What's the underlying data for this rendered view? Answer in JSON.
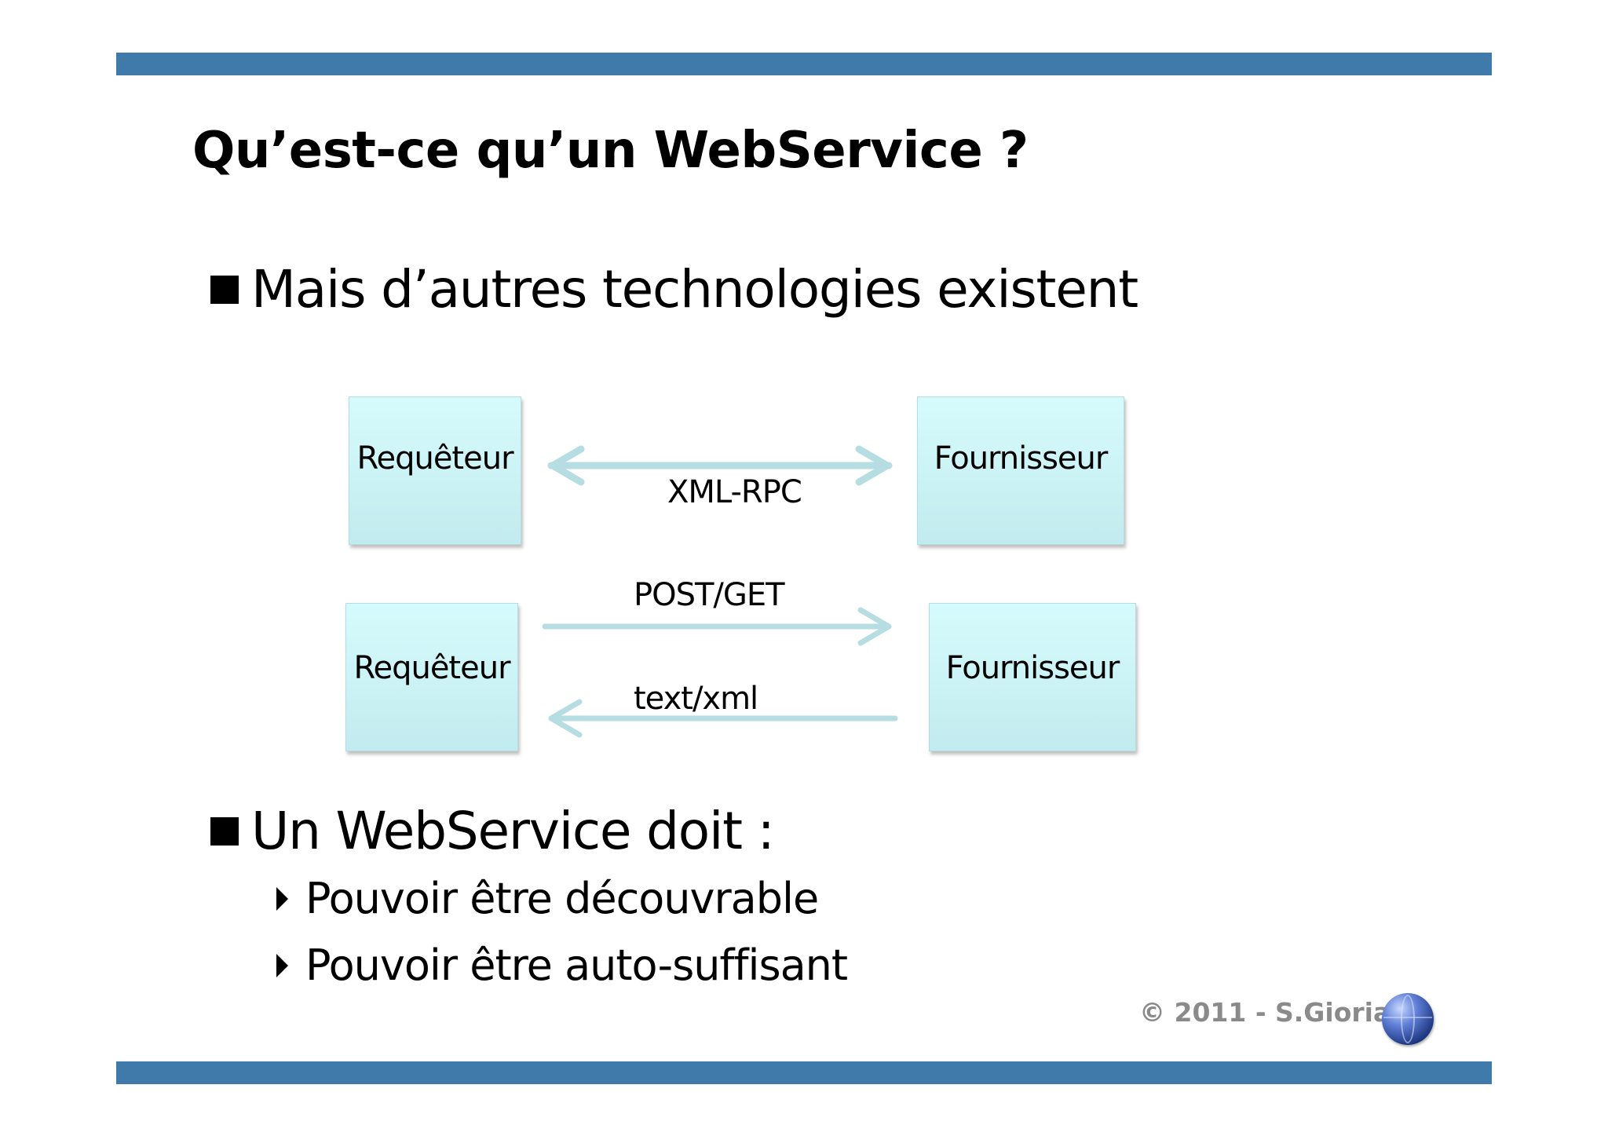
{
  "slide": {
    "title": "Qu’est-ce qu’un WebService ?",
    "bullet1": "Mais d’autres technologies existent",
    "bullet2": "Un WebService doit :",
    "sub_bullets": [
      "Pouvoir être découvrable",
      "Pouvoir être auto-suffisant"
    ],
    "footer": "© 2011 - S.Gioria",
    "bar_color": "#3f7aab",
    "logo_icon": "globe-icon"
  },
  "diagram": {
    "row1": {
      "left_box": "Requêteur",
      "right_box": "Fournisseur",
      "arrow_label": "XML-RPC"
    },
    "row2": {
      "left_box": "Requêteur",
      "right_box": "Fournisseur",
      "request_label": "POST/GET",
      "response_label": "text/xml"
    },
    "box_color": "#cdf4f7",
    "arrow_color": "#b5dde2"
  }
}
